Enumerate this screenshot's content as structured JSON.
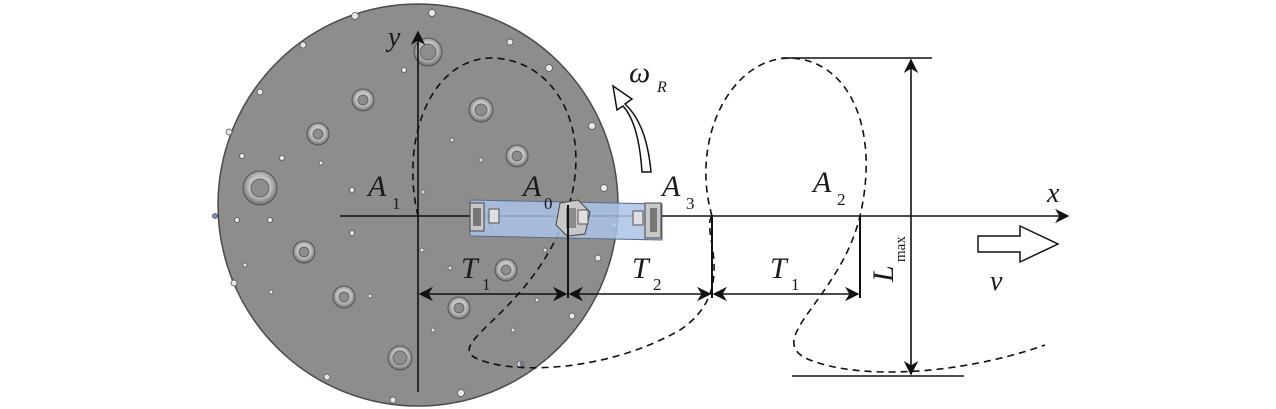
{
  "labels": {
    "y_axis": "y",
    "x_axis": "x",
    "omega": "ω",
    "omega_sub": "R",
    "a1": "A",
    "a1_sub": "1",
    "a0": "A",
    "a0_sub": "0",
    "a3": "A",
    "a3_sub": "3",
    "a2": "A",
    "a2_sub": "2",
    "t1_left": "T",
    "t1_left_sub": "1",
    "t2": "T",
    "t2_sub": "2",
    "t1_right": "T",
    "t1_right_sub": "1",
    "lmax": "L",
    "lmax_sub": "max",
    "velocity": "v"
  },
  "colors": {
    "disc_fill": "#8f8c8c",
    "disc_stroke": "#444444",
    "arm_fill": "#a9c3e6",
    "line": "#111111"
  }
}
